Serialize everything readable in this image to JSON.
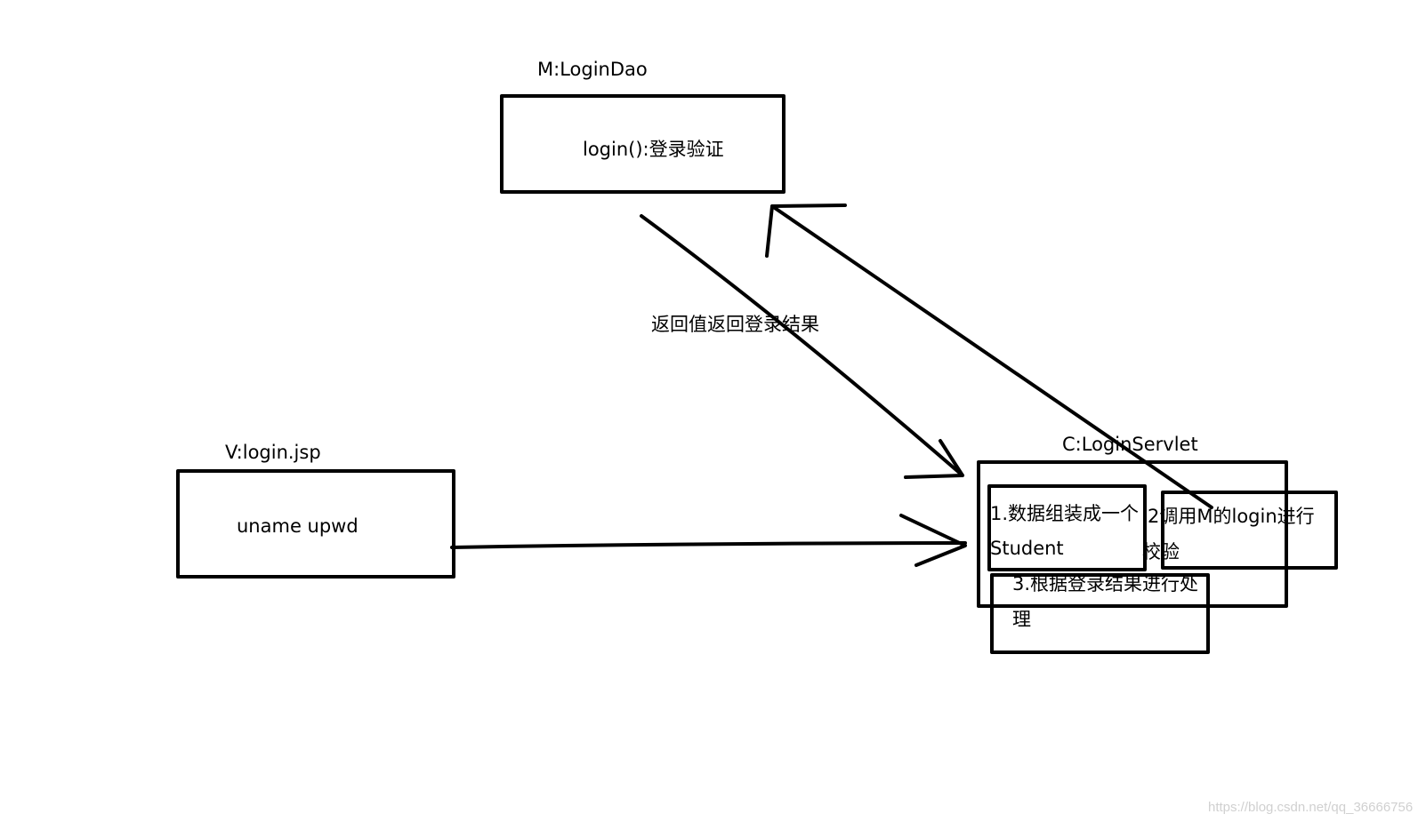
{
  "model": {
    "title": "M:LoginDao",
    "content": "login():登录验证"
  },
  "view": {
    "title": "V:login.jsp",
    "content": "uname upwd"
  },
  "controller": {
    "title": "C:LoginServlet",
    "step1_line1": "1.数据组装成一个",
    "step1_line2": "Student",
    "step2_line1": "2调用M的login进行",
    "step2_line2": "校验",
    "step3_line1": "3.根据登录结果进行处",
    "step3_line2": "理"
  },
  "return_label": "返回值返回登录结果",
  "watermark": "https://blog.csdn.net/qq_36666756",
  "colors": {
    "stroke": "#000000",
    "watermark": "#d0d0d0"
  }
}
